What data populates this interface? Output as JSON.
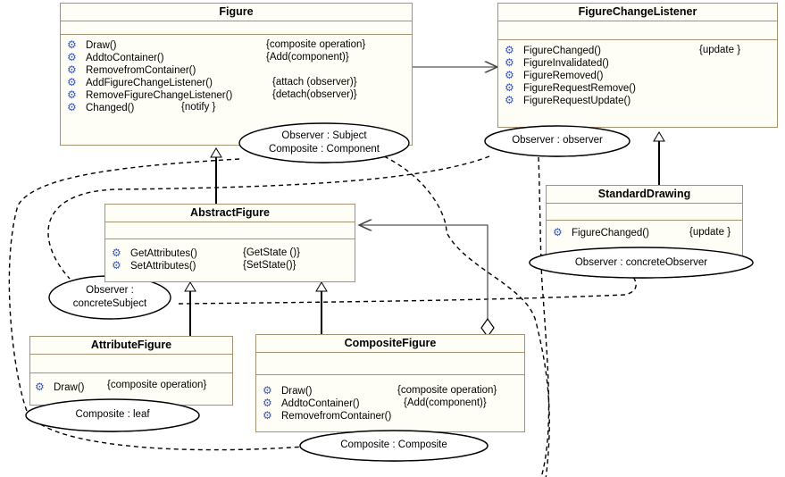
{
  "classes": {
    "figure": {
      "name": "Figure",
      "ops": [
        {
          "name": "Draw()",
          "tag": "{composite operation}"
        },
        {
          "name": "AddtoContainer()",
          "tag": "{Add(component)}"
        },
        {
          "name": "RemovefromContainer()",
          "tag": ""
        },
        {
          "name": "AddFigureChangeListener()",
          "tag": "{attach (observer)}"
        },
        {
          "name": "RemoveFigureChangeListener()",
          "tag": "{detach(observer)}"
        },
        {
          "name": "Changed()",
          "tag": "{notify }"
        }
      ]
    },
    "figure_change_listener": {
      "name": "FigureChangeListener",
      "ops": [
        {
          "name": "FigureChanged()",
          "tag": "{update }"
        },
        {
          "name": "FigureInvalidated()",
          "tag": ""
        },
        {
          "name": "FigureRemoved()",
          "tag": ""
        },
        {
          "name": "FigureRequestRemove()",
          "tag": ""
        },
        {
          "name": "FigureRequestUpdate()",
          "tag": ""
        }
      ]
    },
    "standard_drawing": {
      "name": "StandardDrawing",
      "ops": [
        {
          "name": "FigureChanged()",
          "tag": "{update }"
        }
      ]
    },
    "abstract_figure": {
      "name": "AbstractFigure",
      "ops": [
        {
          "name": "GetAttributes()",
          "tag": "{GetState ()}"
        },
        {
          "name": "SetAttributes()",
          "tag": "{SetState()}"
        }
      ]
    },
    "attribute_figure": {
      "name": "AttributeFigure",
      "ops": [
        {
          "name": "Draw()",
          "tag": "{composite operation}"
        }
      ]
    },
    "composite_figure": {
      "name": "CompositeFigure",
      "ops": [
        {
          "name": "Draw()",
          "tag": "{composite operation}"
        },
        {
          "name": "AddtoContainer()",
          "tag": "{Add(component)}"
        },
        {
          "name": "RemovefromContainer()",
          "tag": ""
        }
      ]
    }
  },
  "role_ellipses": {
    "observer_subject": {
      "line1": "Observer : Subject",
      "line2": "Composite : Component"
    },
    "observer_observer": {
      "line1": "Observer : observer"
    },
    "observer_concrete_observer": {
      "line1": "Observer : concreteObserver"
    },
    "observer_concrete_subject": {
      "line1": "Observer :",
      "line2": "concreteSubject"
    },
    "composite_leaf": {
      "line1": "Composite : leaf"
    },
    "composite_composite": {
      "line1": "Composite : Composite"
    }
  },
  "icon": "gear-icon",
  "colors": {
    "class_border": "#a59270",
    "class_fill": "#fffef6",
    "gear": "#3a57b5",
    "line": "#000000"
  }
}
